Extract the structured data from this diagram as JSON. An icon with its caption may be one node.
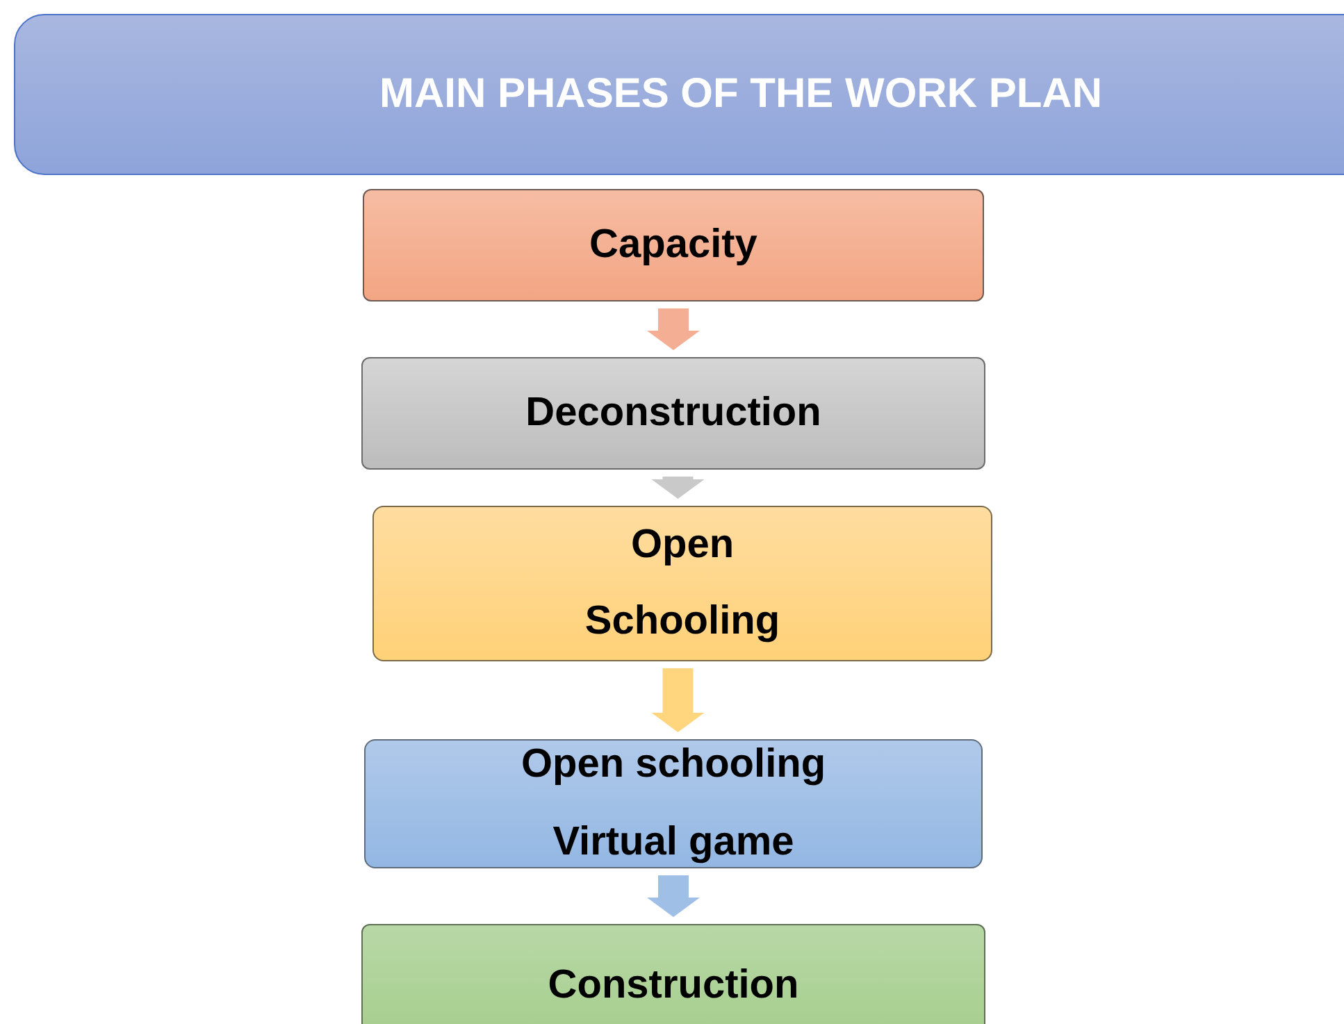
{
  "diagram": {
    "nodes": [
      {
        "text": [
          "MAIN PHASES OF THE WORK PLAN"
        ]
      },
      {
        "text": [
          "Capacity"
        ]
      },
      {
        "text": [
          "Deconstruction"
        ]
      },
      {
        "text": [
          "Open",
          "Schooling"
        ]
      },
      {
        "text": [
          "Open schooling",
          "Virtual game"
        ]
      },
      {
        "text": [
          "Construction"
        ]
      }
    ],
    "edges": [
      {
        "from": 1,
        "to": 2,
        "arrow": "to",
        "color": "#f4ae93"
      },
      {
        "from": 2,
        "to": 3,
        "arrow": "to",
        "color": "#c9c9c9"
      },
      {
        "from": 3,
        "to": 4,
        "arrow": "to",
        "color": "#ffd57e"
      },
      {
        "from": 4,
        "to": 5,
        "arrow": "to",
        "color": "#9fbfe6"
      }
    ]
  }
}
